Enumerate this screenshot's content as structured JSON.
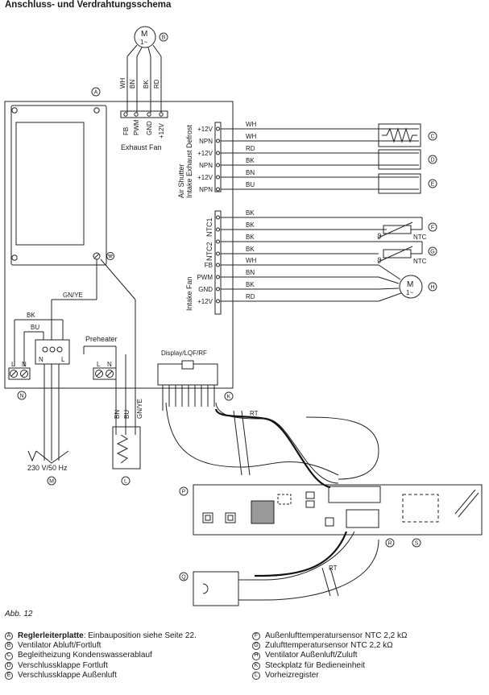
{
  "title": "Anschluss- und Verdrahtungsschema",
  "figure_caption": "Abb. 12",
  "board": {
    "fan_header_pins": [
      "FB",
      "PWM",
      "GND",
      "+12V"
    ],
    "fan_header_label": "Exhaust Fan",
    "motor_label": "M",
    "motor_sub": "1~",
    "exhaust_fan_wires": [
      "WH",
      "BN",
      "BK",
      "RD"
    ],
    "group_air_shutter": "Air Shutter",
    "group_intake_exhaust_defrost": "Intake Exhaust Defrost",
    "right_pins_top": [
      "+12V",
      "NPN",
      "+12V",
      "NPN",
      "+12V",
      "NPN"
    ],
    "right_wires_top": [
      "WH",
      "WH",
      "RD",
      "BK",
      "BN",
      "BU"
    ],
    "ntc_labels": [
      "NTC1",
      "NTC2"
    ],
    "ntc_wires": [
      "BK",
      "BK",
      "BK",
      "BK"
    ],
    "intake_fan_label": "Intake Fan",
    "intake_pins": [
      "FB",
      "PWM",
      "GND",
      "+12V"
    ],
    "intake_wires": [
      "WH",
      "BN",
      "BK",
      "RD"
    ],
    "ntc_tag": "NTC",
    "theta": "ϑ",
    "gn_ye": "GN/YE",
    "mains_wires": [
      "BK",
      "BU"
    ],
    "mains_terminals": [
      "L",
      "N"
    ],
    "mains_block": [
      "N",
      "L"
    ],
    "preheater_label": "Preheater",
    "preheater_terminals": [
      "L",
      "N"
    ],
    "preheater_wires": [
      "BN",
      "BU",
      "GN/YE"
    ],
    "display_connector_label": "Display/LQF/RF",
    "rt_label": "RT",
    "mains_voltage": "230 V/50 Hz"
  },
  "markers": {
    "A": "A",
    "B": "B",
    "C": "C",
    "D": "D",
    "E": "E",
    "F": "F",
    "G": "G",
    "H": "H",
    "K": "K",
    "L": "L",
    "M": "M",
    "N": "N",
    "P": "P",
    "Q": "Q",
    "R": "R",
    "S": "S"
  },
  "legend_left": [
    {
      "mark": "A",
      "bold": "Reglerleiterplatte",
      "text": ": Einbauposition siehe Seite 22."
    },
    {
      "mark": "B",
      "bold": "",
      "text": "Ventilator Abluft/Fortluft"
    },
    {
      "mark": "C",
      "bold": "",
      "text": "Begleitheizung Kondenswasserablauf"
    },
    {
      "mark": "D",
      "bold": "",
      "text": "Verschlussklappe Fortluft"
    },
    {
      "mark": "E",
      "bold": "",
      "text": "Verschlussklappe Außenluft"
    }
  ],
  "legend_right": [
    {
      "mark": "F",
      "text": "Außenlufttemperatursensor NTC 2,2 kΩ"
    },
    {
      "mark": "G",
      "text": "Zulufttemperatursensor NTC 2,2 kΩ"
    },
    {
      "mark": "H",
      "text": "Ventilator Außenluft/Zuluft"
    },
    {
      "mark": "K",
      "text": "Steckplatz für Bedieneinheit"
    },
    {
      "mark": "L",
      "text": "Vorheizregister"
    }
  ]
}
